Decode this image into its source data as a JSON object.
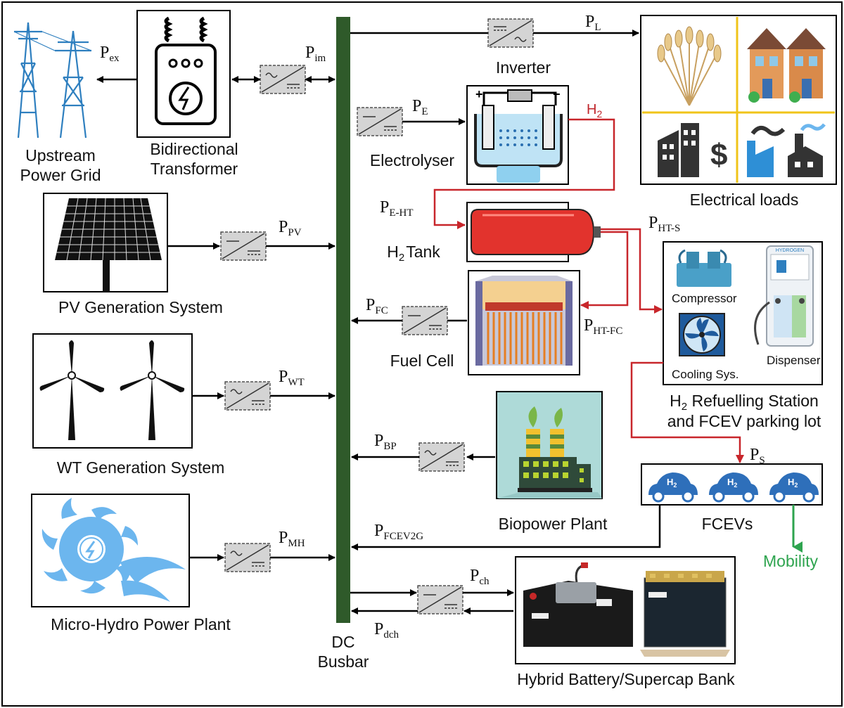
{
  "busbar": {
    "label_line1": "DC",
    "label_line2": "Busbar",
    "color": "#2f5a2a"
  },
  "nodes": {
    "grid": {
      "line1": "Upstream",
      "line2": "Power Grid",
      "icon": "transmission-tower-icon"
    },
    "transformer": {
      "line1": "Bidirectional",
      "line2": "Transformer",
      "icon": "transformer-icon"
    },
    "pv": {
      "label": "PV Generation System",
      "icon": "solar-panel-icon"
    },
    "wt": {
      "label": "WT Generation System",
      "icon": "wind-turbine-icon"
    },
    "mh": {
      "label": "Micro-Hydro Power Plant",
      "icon": "hydro-turbine-icon"
    },
    "inverter": {
      "label": "Inverter"
    },
    "loads": {
      "label": "Electrical loads",
      "icon": "load-grid-icon"
    },
    "electrolyser": {
      "label": "Electrolyser",
      "icon": "electrolyser-icon"
    },
    "tank": {
      "label_main": "H",
      "label_sub": "2",
      "label_tail": "Tank",
      "icon": "hydrogen-tank-icon"
    },
    "fuelcell": {
      "label": "Fuel Cell",
      "icon": "fuel-cell-icon"
    },
    "biopower": {
      "label": "Biopower Plant",
      "icon": "biopower-plant-icon"
    },
    "station": {
      "line1_main": "H",
      "line1_sub": "2",
      "line1_tail": " Refuelling Station",
      "line2": "and FCEV parking lot",
      "compressor": "Compressor",
      "cooling": "Cooling Sys.",
      "dispenser": "Dispenser",
      "dispenser_brand": "HYDROGEN"
    },
    "fcevs": {
      "label": "FCEVs",
      "badge": "H",
      "badge_sub": "2",
      "count": 3,
      "color": "#2e6fba"
    },
    "mobility": {
      "label": "Mobility",
      "color": "#2ea44f"
    },
    "battery": {
      "label": "Hybrid Battery/Supercap Bank",
      "icon": "battery-bank-icon"
    }
  },
  "flows": {
    "ex": {
      "main": "P",
      "sub": "ex"
    },
    "im": {
      "main": "P",
      "sub": "im"
    },
    "pv": {
      "main": "P",
      "sub": "PV"
    },
    "wt": {
      "main": "P",
      "sub": "WT"
    },
    "mh": {
      "main": "P",
      "sub": "MH"
    },
    "load": {
      "main": "P",
      "sub": "L"
    },
    "elec": {
      "main": "P",
      "sub": "E"
    },
    "h2": {
      "main": "H",
      "sub": "2"
    },
    "eht": {
      "main": "P",
      "sub": "E-HT"
    },
    "hts": {
      "main": "P",
      "sub": "HT-S"
    },
    "fc": {
      "main": "P",
      "sub": "FC"
    },
    "htfc": {
      "main": "P",
      "sub": "HT-FC"
    },
    "bp": {
      "main": "P",
      "sub": "BP"
    },
    "s": {
      "main": "P",
      "sub": "S"
    },
    "fcev2g": {
      "main": "P",
      "sub": "FCEV2G"
    },
    "ch": {
      "main": "P",
      "sub": "ch"
    },
    "dch": {
      "main": "P",
      "sub": "dch"
    }
  },
  "colors": {
    "hydrogen": "#c8262b",
    "power": "#000000",
    "hydro_icon": "#6cb6ee",
    "grid_icon": "#2e7fbf"
  }
}
